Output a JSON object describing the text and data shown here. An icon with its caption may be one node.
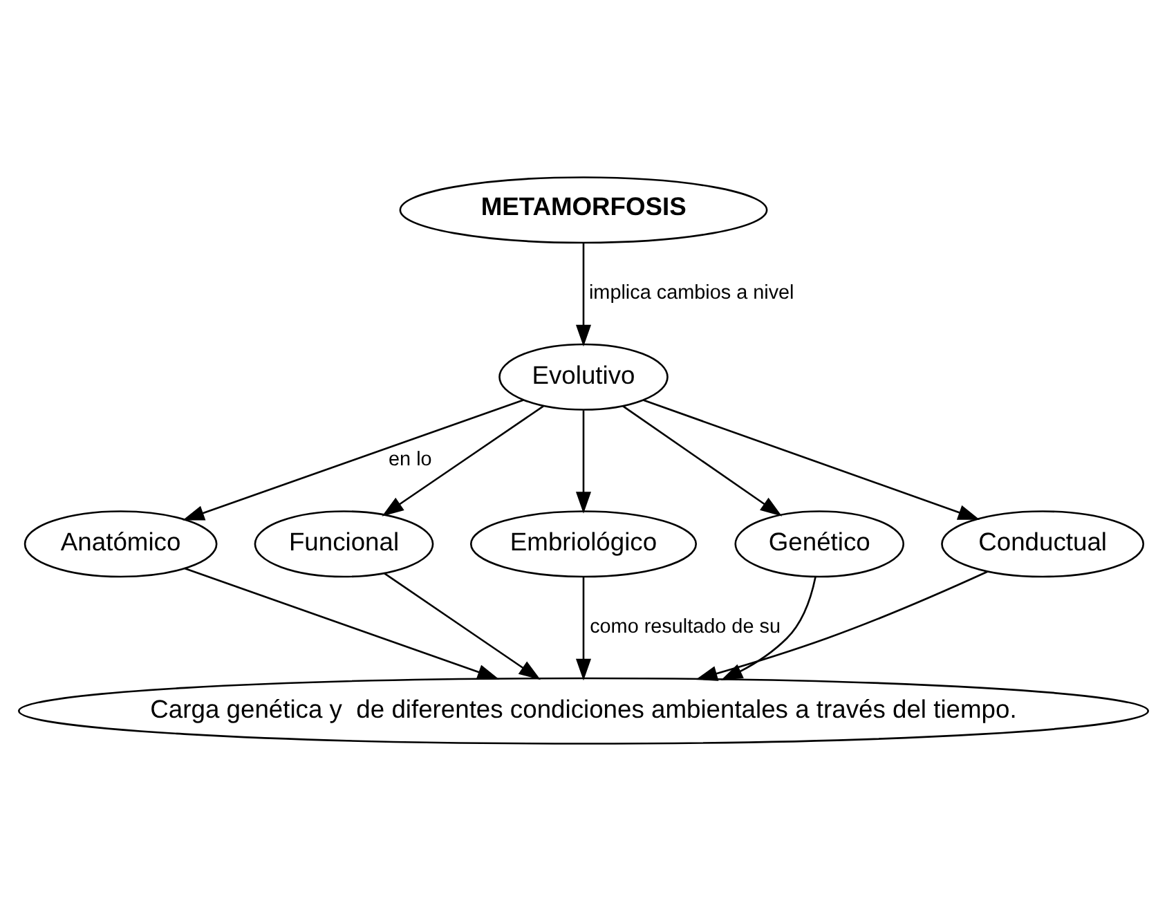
{
  "diagram": {
    "nodes": [
      {
        "text": [
          "METAMORFOSIS"
        ]
      },
      {
        "text": [
          "Evolutivo"
        ]
      },
      {
        "text": [
          "Anatómico"
        ]
      },
      {
        "text": [
          "Funcional"
        ]
      },
      {
        "text": [
          "Embriológico"
        ]
      },
      {
        "text": [
          "Genético"
        ]
      },
      {
        "text": [
          "Conductual"
        ]
      },
      {
        "text": [
          "Carga genética y  de diferentes condiciones ambientales a través del tiempo."
        ]
      }
    ],
    "edges": [
      {
        "from": 0,
        "to": 1,
        "arrow": "to",
        "label": "implica cambios a nivel"
      },
      {
        "from": 1,
        "to": 2,
        "arrow": "to",
        "label": "en lo"
      },
      {
        "from": 1,
        "to": 3,
        "arrow": "to"
      },
      {
        "from": 1,
        "to": 4,
        "arrow": "to"
      },
      {
        "from": 1,
        "to": 5,
        "arrow": "to"
      },
      {
        "from": 1,
        "to": 6,
        "arrow": "to"
      },
      {
        "from": 2,
        "to": 7,
        "arrow": "to"
      },
      {
        "from": 3,
        "to": 7,
        "arrow": "to"
      },
      {
        "from": 4,
        "to": 7,
        "arrow": "to",
        "label": "como resultado de su"
      },
      {
        "from": 5,
        "to": 7,
        "arrow": "to"
      },
      {
        "from": 6,
        "to": 7,
        "arrow": "to"
      }
    ]
  }
}
